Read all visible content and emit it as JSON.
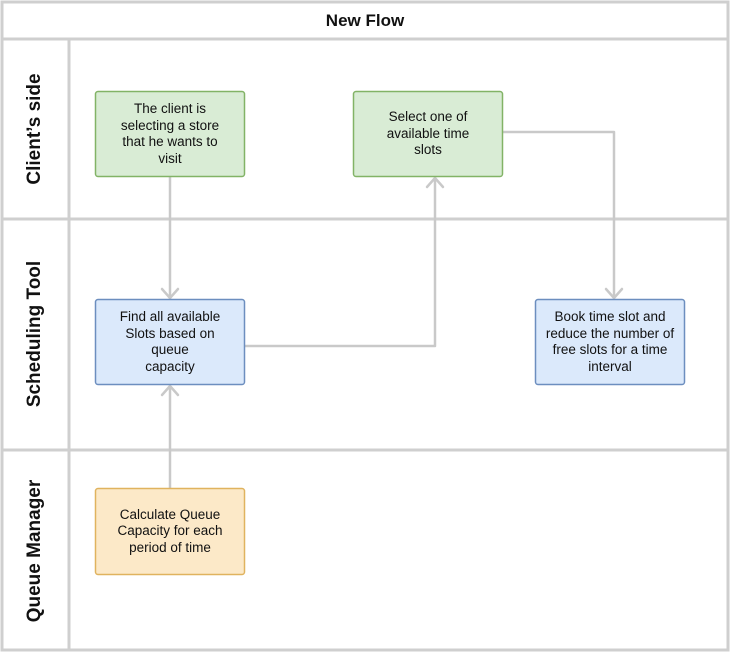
{
  "diagram": {
    "title": "New Flow",
    "lanes": [
      {
        "label": "Client’s side"
      },
      {
        "label": "Scheduling Tool"
      },
      {
        "label": "Queue Manager"
      }
    ],
    "nodes": {
      "select_store": {
        "text": "The client is\nselecting a store\nthat he wants to\nvisit",
        "fill": "#d9ecd5",
        "stroke": "#82b366"
      },
      "select_slot": {
        "text": "Select one of\navailable time\nslots",
        "fill": "#d9ecd5",
        "stroke": "#82b366"
      },
      "find_slots": {
        "text": "Find all available\nSlots based on queue\ncapacity",
        "fill": "#dbe9fb",
        "stroke": "#6c8ebf"
      },
      "book_slot": {
        "text": "Book time slot and\nreduce the number of\nfree slots for a time\ninterval",
        "fill": "#dbe9fb",
        "stroke": "#6c8ebf"
      },
      "calc_capacity": {
        "text": "Calculate Queue\nCapacity for each\nperiod of time",
        "fill": "#fce9c8",
        "stroke": "#e0b35e"
      }
    },
    "colors": {
      "frame": "#cfcfcf",
      "connector": "#c9c9c9"
    }
  }
}
